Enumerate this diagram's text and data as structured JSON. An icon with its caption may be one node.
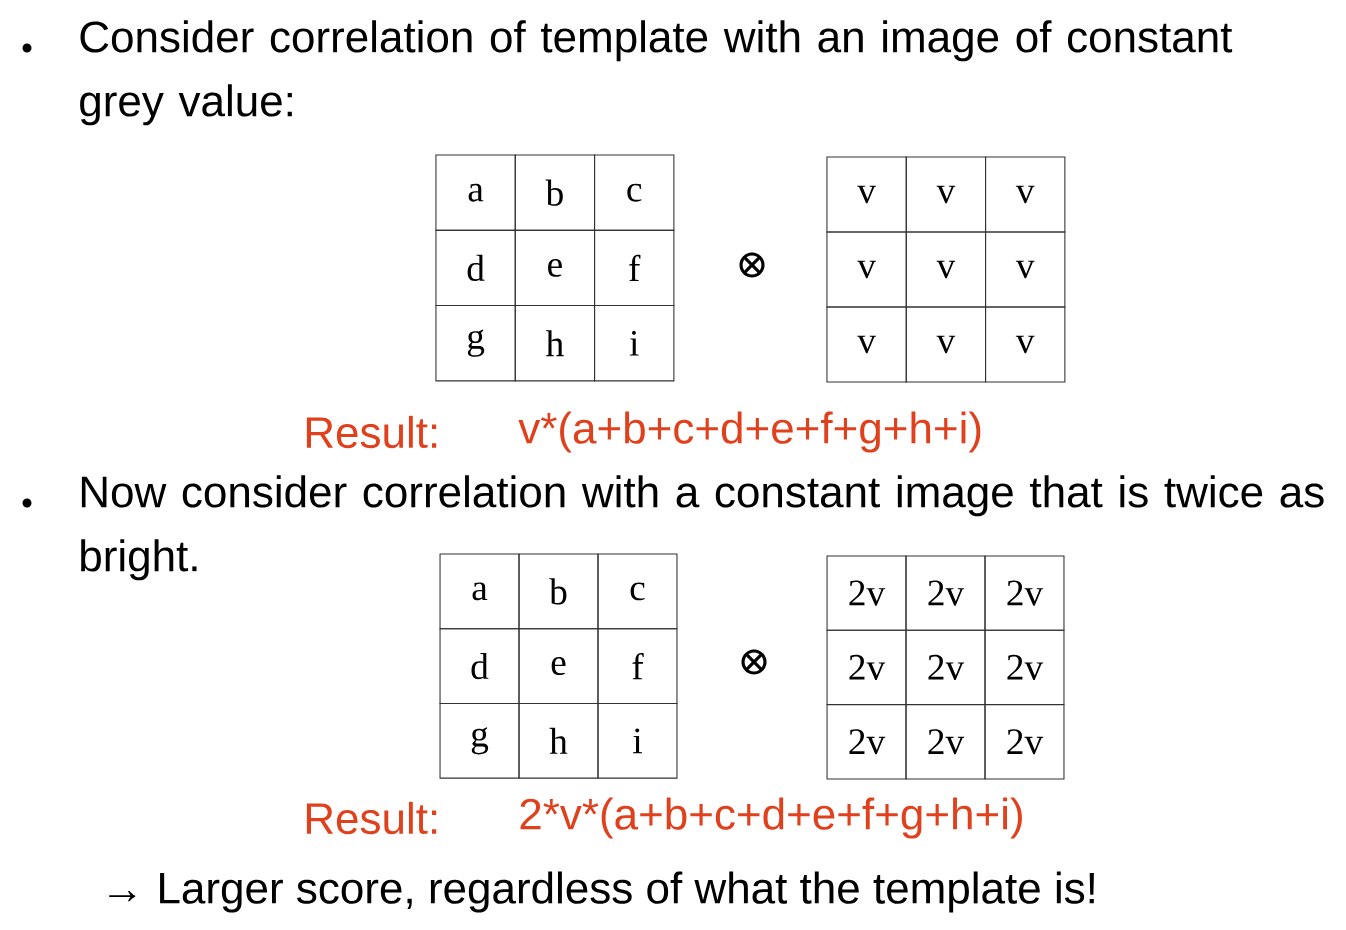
{
  "diagram": {
    "labels": [
      "Consider correlation of template with an image of constant grey value:",
      "a",
      "b",
      "c",
      "d",
      "e",
      "f",
      "g",
      "h",
      "i",
      "⊗",
      "v",
      "v",
      "v",
      "v",
      "v",
      "v",
      "v",
      "v",
      "v",
      "Result:",
      "v*(a+b+c+d+e+f+g+h+i)",
      "Now consider correlation with a constant image that is twice as bright.",
      "a",
      "b",
      "c",
      "d",
      "e",
      "f",
      "g",
      "h",
      "i",
      "⊗",
      "2v",
      "2v",
      "2v",
      "2v",
      "2v",
      "2v",
      "2v",
      "2v",
      "2v",
      "Result:",
      "2*v*(a+b+c+d+e+f+g+h+i)",
      "→ Larger score, regardless of what the template is!"
    ]
  }
}
